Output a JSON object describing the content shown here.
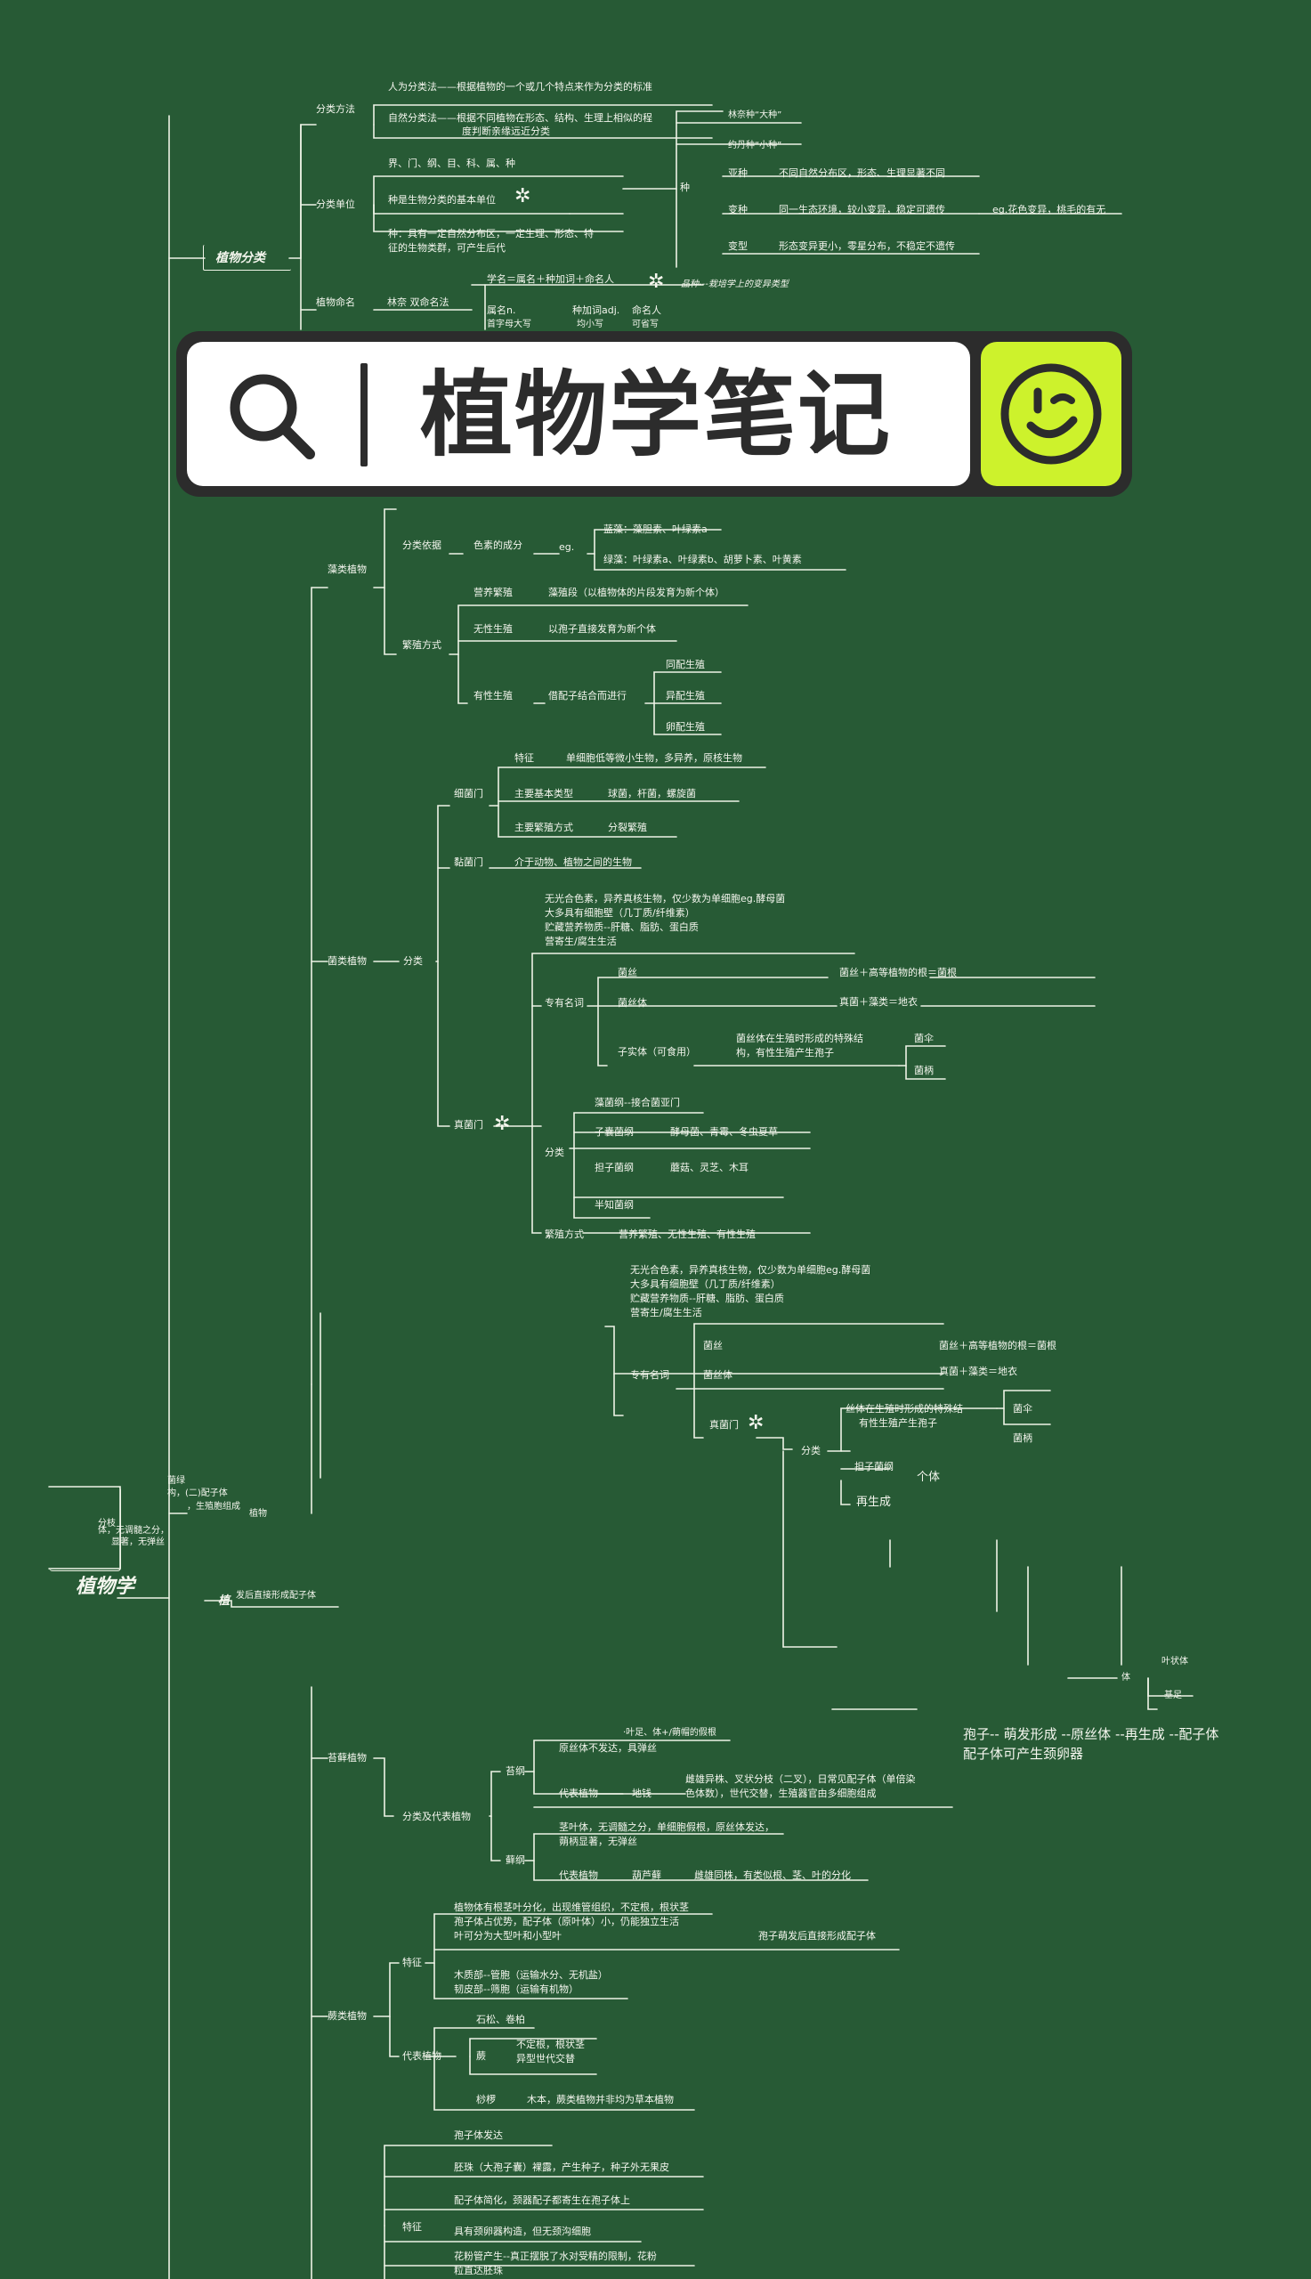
{
  "banner": {
    "title": "植物学笔记",
    "search_icon": "search-icon",
    "face_icon": "wink-face-icon"
  },
  "colors": {
    "background": "#275a35",
    "line": "#eef3e6",
    "banner_accent": "#cdf22c",
    "banner_dark": "#2c2c2c"
  },
  "root": {
    "label": "植物学"
  },
  "s1": {
    "label": "植物分类",
    "fangfa": {
      "label": "分类方法",
      "a": "人为分类法——根据植物的一个或几个特点来作为分类的标准",
      "b": "自然分类法——根据不同植物在形态、结构、生理上相似的程",
      "b2": "度判断亲缘远近分类"
    },
    "danwei": {
      "label": "分类单位",
      "levels": "界、门、纲、目、科、属、种",
      "basic": "种是生物分类的基本单位",
      "zhong1": "种：具有一定自然分布区，一定生理、形态、特",
      "zhong2": "征的生物类群，可产生后代"
    },
    "zhong": {
      "label": "种",
      "big": "林奈种“大种”",
      "small": "约丹种“小种”",
      "sub_label": "亚种",
      "sub_text": "不同自然分布区，形态、生理显著不同",
      "var_label": "变种",
      "var_text": "同一生态环境，较小变异，稳定可遗传",
      "var_eg": "eg.花色变异，桃毛的有无",
      "form_label": "变型",
      "form_text": "形态变异更小，零星分布，不稳定不遗传"
    },
    "naming": {
      "label": "植物命名",
      "method": "林奈 双命名法",
      "formula": "学名＝属名＋种加词＋命名人",
      "pinzhong": "品种---栽培学上的变异类型",
      "shu": "属名n.",
      "shu2": "首字母大写",
      "zhongjia": "种加词adj.",
      "zhongjia2": "均小写",
      "mingming": "命名人",
      "mingming2": "可省写"
    }
  },
  "zao": {
    "label": "藻类植物",
    "fenlei": "分类依据",
    "sesu": "色素的成分",
    "eg": "eg.",
    "lanzao": "蓝藻：藻胆素、叶绿素a",
    "lvzao": "绿藻：叶绿素a、叶绿素b、胡萝卜素、叶黄素",
    "fanzhi": "繁殖方式",
    "yingyang": "营养繁殖",
    "yingyang_t": "藻殖段（以植物体的片段发育为新个体）",
    "wuxing": "无性生殖",
    "wuxing_t": "以孢子直接发育为新个体",
    "youxing": "有性生殖",
    "youxing_t": "借配子结合而进行",
    "tongpei": "同配生殖",
    "yipei": "异配生殖",
    "luanpei": "卵配生殖"
  },
  "jun": {
    "label": "菌类植物",
    "fenlei": "分类",
    "xijun": "细菌门",
    "tezheng": "特征",
    "tezheng_t": "单细胞低等微小生物，多异养，原核生物",
    "leixing": "主要基本类型",
    "leixing_t": "球菌，杆菌，螺旋菌",
    "fanzhi": "主要繁殖方式",
    "fanzhi_t": "分裂繁殖",
    "nianjun": "黏菌门",
    "nianjun_t": "介于动物、植物之间的生物",
    "zhenjun_desc": [
      "无光合色素，异养真核生物，仅少数为单细胞eg.酵母菌",
      "大多具有细胞壁（几丁质/纤维素）",
      "贮藏营养物质--肝糖、脂肪、蛋白质",
      "营寄生/腐生生活"
    ],
    "mingci": "专有名词",
    "junsi": "菌丝",
    "junsi_t": "菌丝＋高等植物的根＝菌根",
    "junsiti": "菌丝体",
    "junsiti_t": "真菌＋藻类＝地衣",
    "zishiti": "子实体（可食用）",
    "zishiti_t1": "菌丝体在生殖时形成的特殊结",
    "zishiti_t2": "构，有性生殖产生孢子",
    "jungai": "菌伞",
    "junbing": "菌柄",
    "zhenjun": "真菌门",
    "fenlei2": "分类",
    "zaojun": "藻菌纲--接合菌亚门",
    "zinang": "子囊菌纲",
    "zinang_t": "酵母菌、青霉、冬虫夏草",
    "danzi": "担子菌纲",
    "danzi_t": "蘑菇、灵芝、木耳",
    "banzhi": "半知菌纲",
    "fanzhi2": "繁殖方式",
    "fanzhi2_t": "营养繁殖、无性生殖、有性生殖"
  },
  "dup": {
    "desc": [
      "无光合色素，异养真核生物，仅少数为单细胞eg.酵母菌",
      "大多具有细胞壁（几丁质/纤维素）",
      "贮藏营养物质--肝糖、脂肪、蛋白质",
      "营寄生/腐生生活"
    ],
    "mingci": "专有名词",
    "junsi": "菌丝",
    "junsi_t": "菌丝＋高等植物的根＝菌根",
    "junsiti": "菌丝体",
    "junsiti_t": "真菌＋藻类＝地衣",
    "zhenjun": "真菌门",
    "fenlei": "分类",
    "frag1": "丝体在生殖时形成的特殊结",
    "frag2": "有性生殖产生孢子",
    "danzi": "担子菌纲",
    "jungai": "菌伞",
    "junbing": "菌柄",
    "geti": "个体",
    "zaisheng": "再生成",
    "yezhuangti": "叶状体",
    "jiezu": "基足",
    "ti": "体"
  },
  "left": {
    "frag1": "菌绿",
    "frag2": "构，(二)配子体",
    "frag3": "，生殖胞组成",
    "frag4": "植物",
    "frag5": "分枝",
    "frag6": "体，无调髓之分，",
    "frag7": "显著，无弹丝",
    "frag8": "植",
    "frag9": "发后直接形成配子体"
  },
  "tai": {
    "label": "苔藓植物",
    "fenlei": "分类及代表植物",
    "frag": "·叶足、体+/蒴帽的假根",
    "taigang": "苔纲",
    "taigang_t": "原丝体不发达，具弹丝",
    "daibiao": "代表植物",
    "dichi": "地钱",
    "dichi_t1": "雌雄异株、叉状分枝（二叉），日常见配子体（单倍染",
    "dichi_t2": "色体数），世代交替，生殖器官由多细胞组成",
    "xiangang": "藓纲",
    "xiangang_t1": "茎叶体，无调髓之分，单细胞假根，原丝体发达，",
    "xiangang_t2": "蒴柄显著，无弹丝",
    "daibiao2": "代表植物",
    "hulu": "葫芦藓",
    "hulu_t": "雌雄同株，有类似根、茎、叶的分化",
    "note1": "孢子-- 萌发形成 --原丝体 --再生成 --配子体",
    "note2": "配子体可产生颈卵器"
  },
  "jue": {
    "label": "蕨类植物",
    "tezheng": "特征",
    "t1": "植物体有根茎叶分化，出现维管组织，不定根，根状茎",
    "t2": "孢子体占优势，配子体（原叶体）小，仍能独立生活",
    "t3": "叶可分为大型叶和小型叶",
    "bao": "孢子萌发后直接形成配子体",
    "t4": "木质部--管胞（运输水分、无机盐）",
    "t5": "韧皮部--筛胞（运输有机物）",
    "daibiao": "代表植物",
    "shisong": "石松、卷柏",
    "jue2": "蕨",
    "jue2_t1": "不定根，根状茎",
    "jue2_t2": "异型世代交替",
    "suoluo": "桫椤",
    "suoluo_t": "木本，蕨类植物并非均为草本植物"
  },
  "luo": {
    "tezheng": "特征",
    "t1": "孢子体发达",
    "t2": "胚珠（大孢子囊）裸露，产生种子，种子外无果皮",
    "t3": "配子体简化，颈器配子都寄生在孢子体上",
    "t4": "具有颈卵器构造，但无颈沟细胞",
    "t5": "花粉管产生--真正摆脱了水对受精的限制，花粉",
    "t6": "粒直达胚珠"
  }
}
